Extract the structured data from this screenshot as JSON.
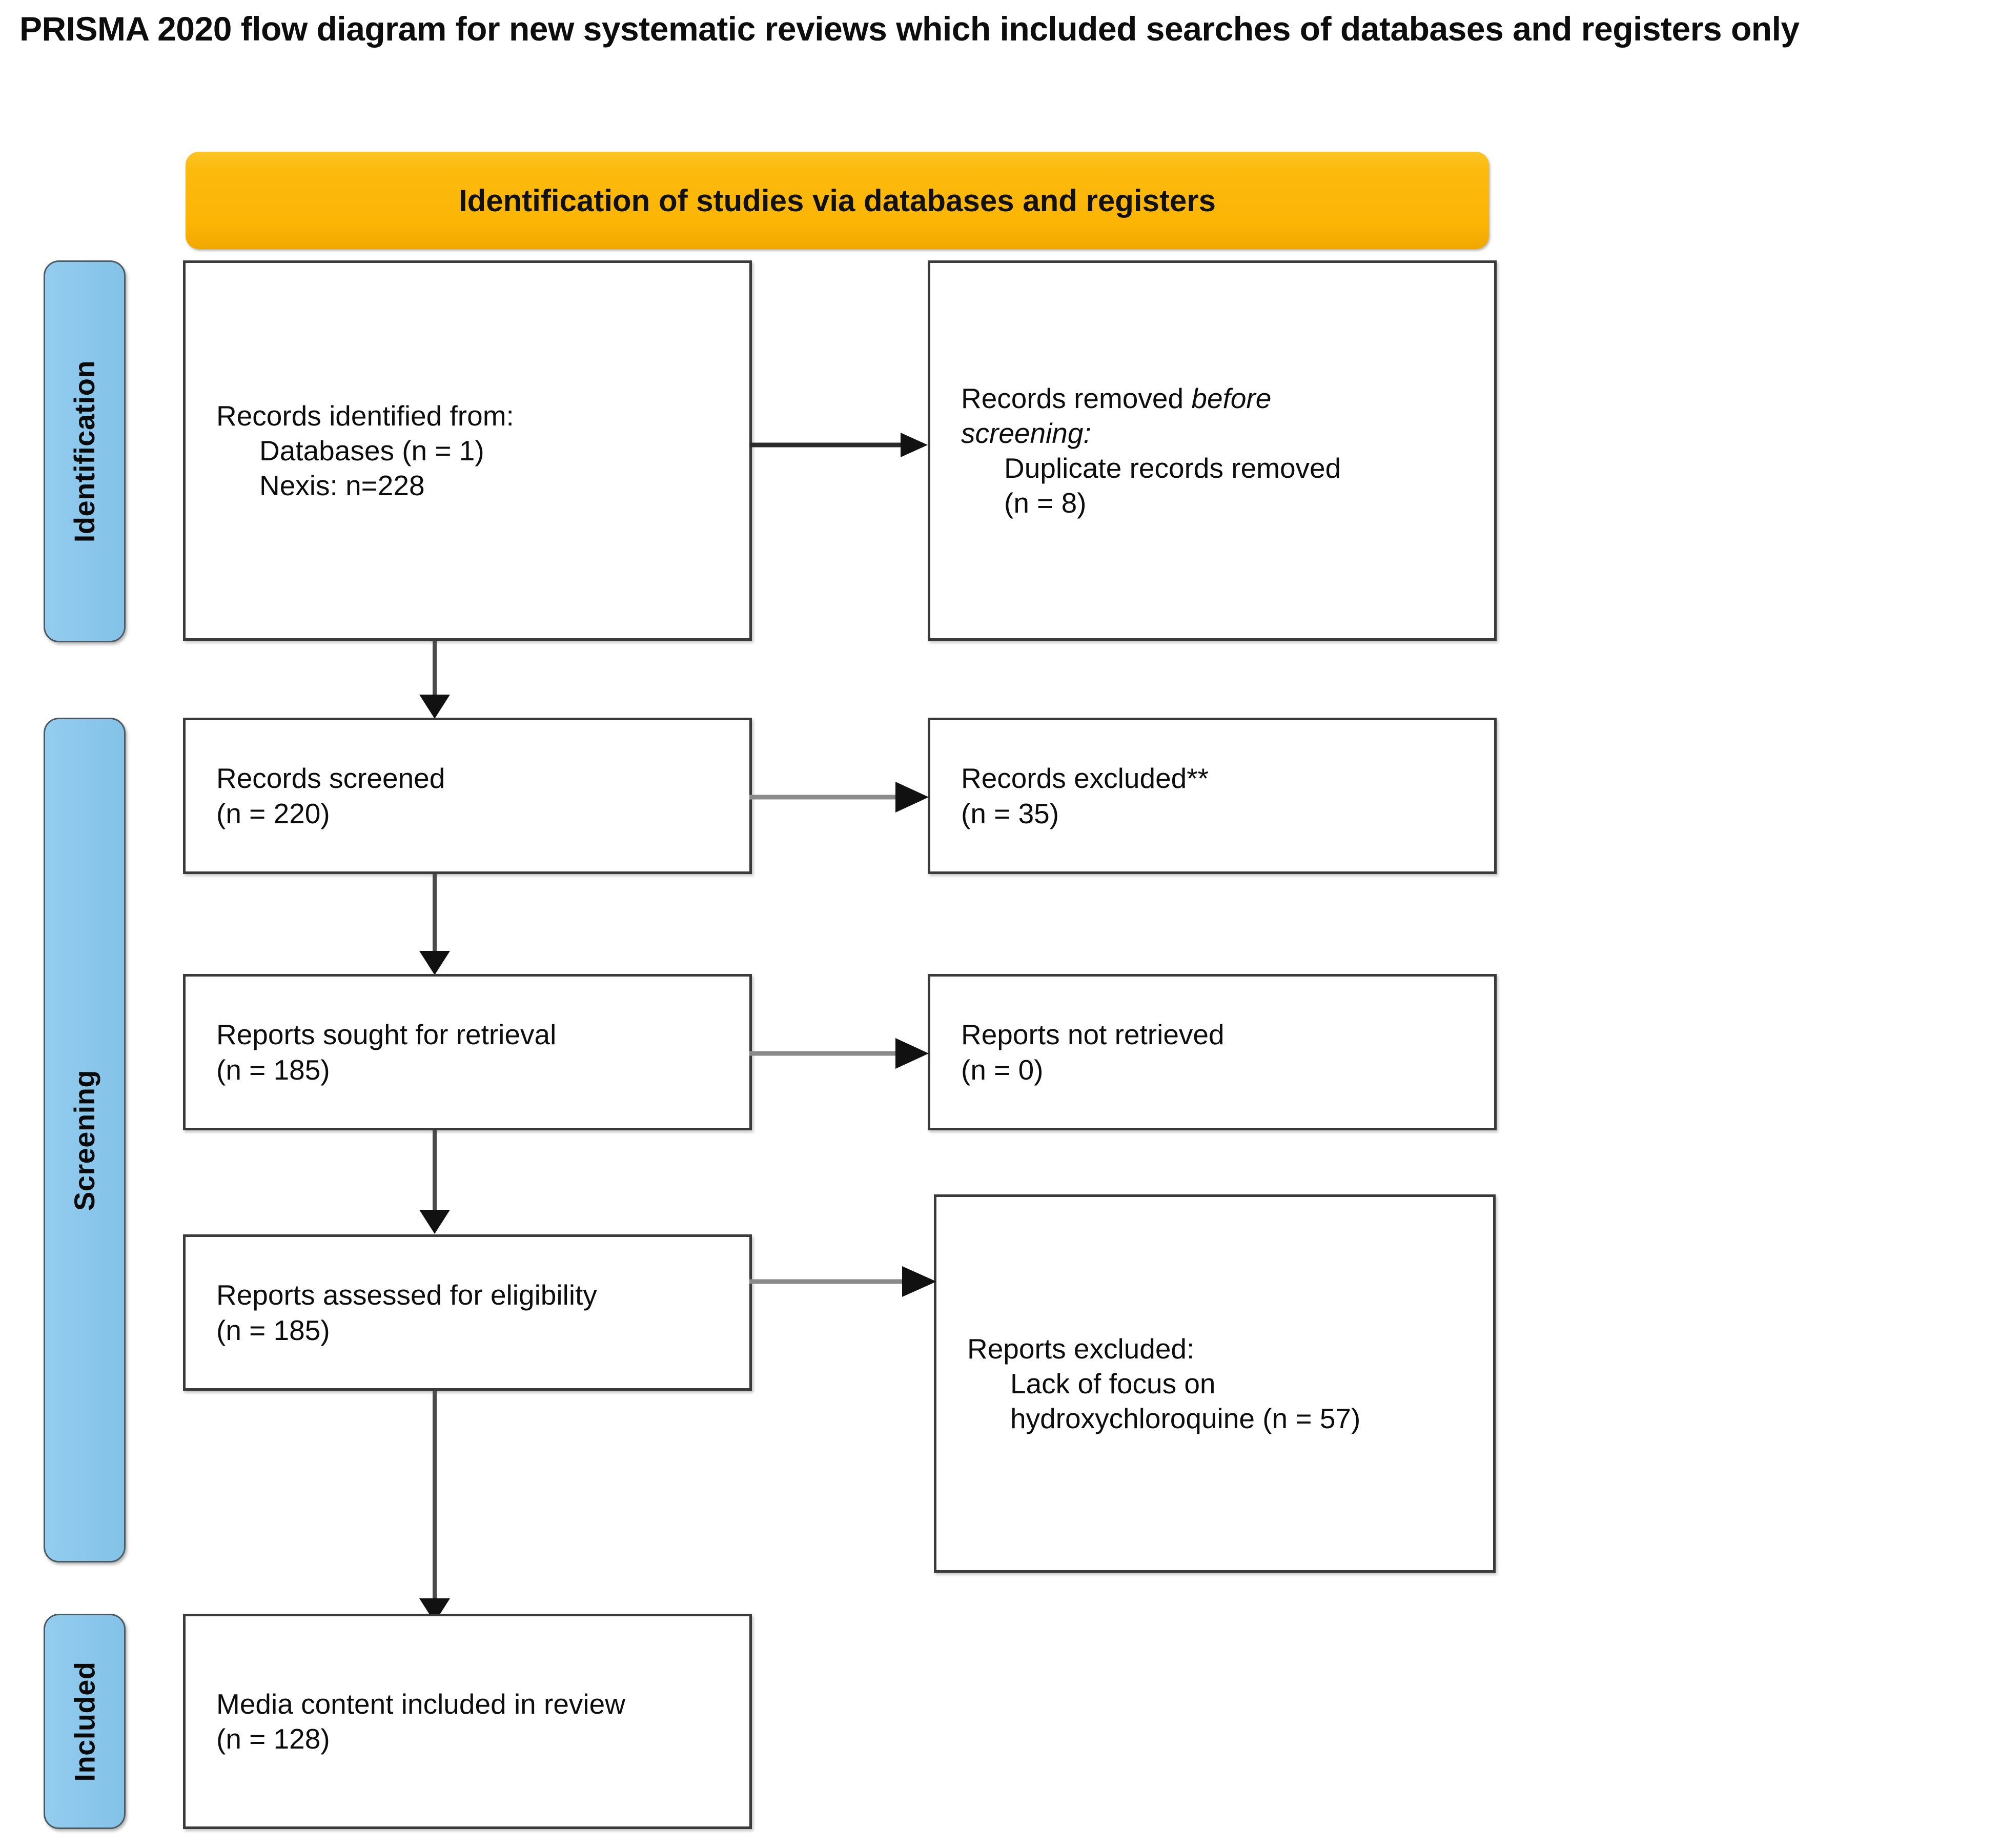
{
  "title": "PRISMA 2020 flow diagram for new systematic reviews which included searches of databases and registers only",
  "colors": {
    "banner": "#FCBA0E",
    "side_label": "#8CC8EC",
    "box_border": "#3A3A3A",
    "text": "#0D0D0D",
    "connector": "#2B2B2B"
  },
  "banner": {
    "label": "Identification of studies via databases and registers"
  },
  "side_labels": [
    {
      "key": "identification",
      "label": "Identification"
    },
    {
      "key": "screening",
      "label": "Screening"
    },
    {
      "key": "included",
      "label": "Included"
    }
  ],
  "boxes": {
    "records_identified": {
      "lines": [
        {
          "text": "Records identified from:",
          "indent": false,
          "italic": false
        },
        {
          "text": "Databases (n = 1)",
          "indent": true,
          "italic": false
        },
        {
          "text": "Nexis: n=228",
          "indent": true,
          "italic": false
        }
      ]
    },
    "records_removed": {
      "lines": [
        {
          "text": "Records removed before",
          "indent": false,
          "italic": false,
          "mixed": true
        },
        {
          "text": "screening:",
          "indent": false,
          "italic": true
        },
        {
          "text": "Duplicate records removed",
          "indent": true,
          "italic": false
        },
        {
          "text": "(n = 8)",
          "indent": true,
          "italic": false
        }
      ],
      "lead_plain": "Records removed ",
      "lead_italic": "before"
    },
    "records_screened": {
      "lines": [
        {
          "text": "Records screened",
          "indent": false,
          "italic": false
        },
        {
          "text": "(n = 220)",
          "indent": false,
          "italic": false
        }
      ]
    },
    "records_excluded": {
      "lines": [
        {
          "text": "Records excluded**",
          "indent": false,
          "italic": false
        },
        {
          "text": "(n = 35)",
          "indent": false,
          "italic": false
        }
      ]
    },
    "reports_sought": {
      "lines": [
        {
          "text": "Reports sought for retrieval",
          "indent": false,
          "italic": false
        },
        {
          "text": "(n = 185)",
          "indent": false,
          "italic": false
        }
      ]
    },
    "reports_not_retrieved": {
      "lines": [
        {
          "text": "Reports not retrieved",
          "indent": false,
          "italic": false
        },
        {
          "text": "(n = 0)",
          "indent": false,
          "italic": false
        }
      ]
    },
    "reports_assessed": {
      "lines": [
        {
          "text": "Reports assessed for eligibility",
          "indent": false,
          "italic": false
        },
        {
          "text": "(n = 185)",
          "indent": false,
          "italic": false
        }
      ]
    },
    "reports_excluded": {
      "lines": [
        {
          "text": "Reports excluded:",
          "indent": false,
          "italic": false
        },
        {
          "text": "Lack of focus on",
          "indent": true,
          "italic": false
        },
        {
          "text": "hydroxychloroquine (n = 57)",
          "indent": true,
          "italic": false
        }
      ]
    },
    "media_included": {
      "lines": [
        {
          "text": "Media content included in review",
          "indent": false,
          "italic": false
        },
        {
          "text": "(n = 128)",
          "indent": false,
          "italic": false
        }
      ]
    }
  },
  "flow": {
    "counts": {
      "databases": 1,
      "nexis_records": 228,
      "duplicates_removed": 8,
      "records_screened": 220,
      "records_excluded": 35,
      "reports_sought": 185,
      "reports_not_retrieved": 0,
      "reports_assessed": 185,
      "reports_excluded_lack_of_focus": 57,
      "media_included": 128
    }
  }
}
